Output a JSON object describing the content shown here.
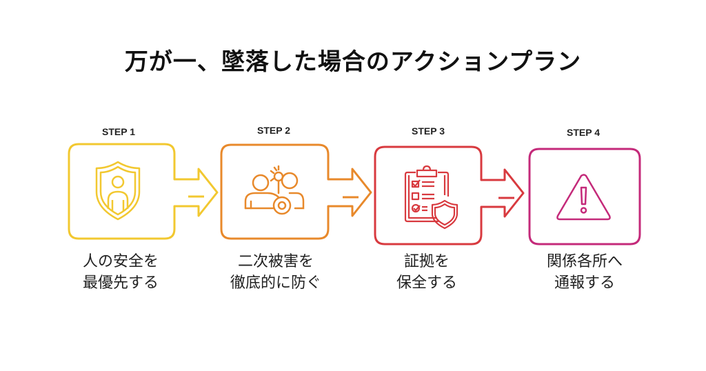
{
  "title": "万が一、墜落した場合のアクションプラン",
  "steps": [
    {
      "label": "STEP 1",
      "icon": "shield-person-icon",
      "color": "#f2c830",
      "caption_line1": "人の安全を",
      "caption_line2": "最優先する"
    },
    {
      "label": "STEP 2",
      "icon": "people-collision-icon",
      "color": "#e8892b",
      "caption_line1": "二次被害を",
      "caption_line2": "徹底的に防ぐ"
    },
    {
      "label": "STEP 3",
      "icon": "clipboard-shield-icon",
      "color": "#d83a3f",
      "caption_line1": "証拠を",
      "caption_line2": "保全する"
    },
    {
      "label": "STEP 4",
      "icon": "warning-triangle-icon",
      "color": "#c42a7a",
      "caption_line1": "関係各所へ",
      "caption_line2": "通報する"
    }
  ]
}
